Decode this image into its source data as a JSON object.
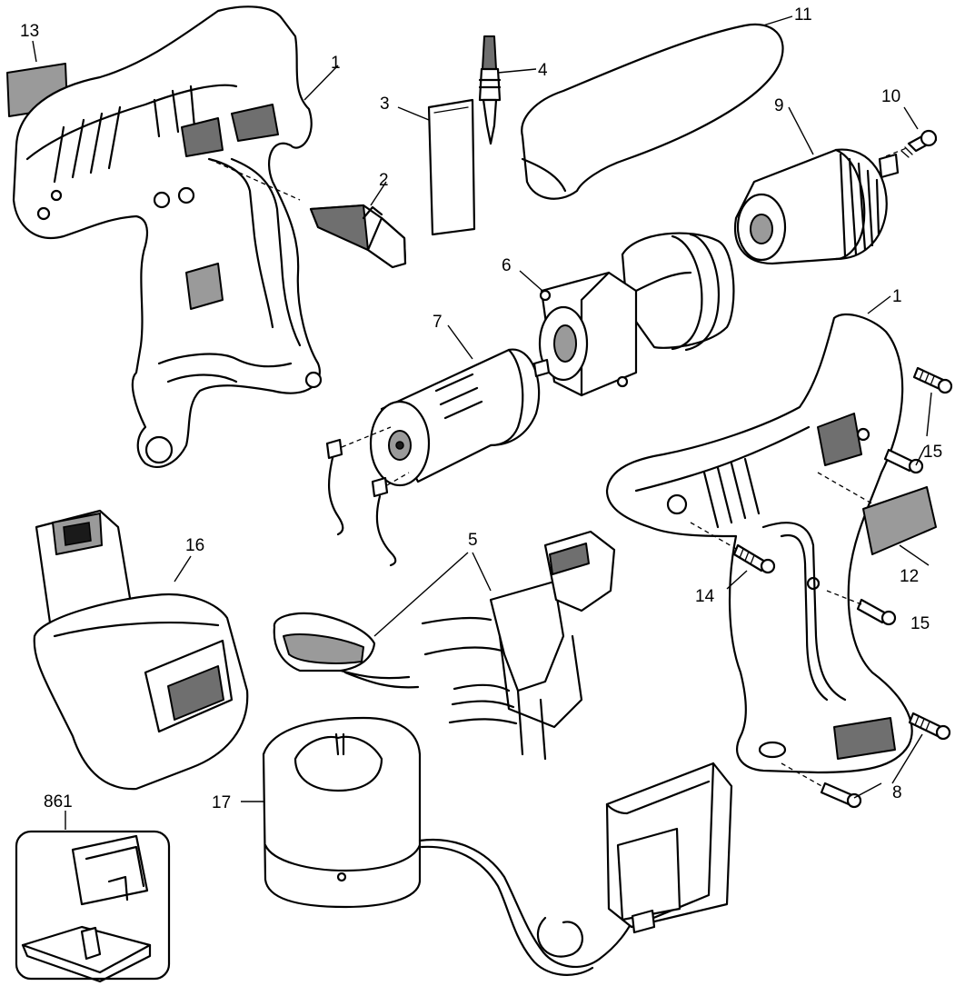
{
  "callouts": {
    "c1a": "1",
    "c1b": "1",
    "c2": "2",
    "c3": "3",
    "c4": "4",
    "c5": "5",
    "c6": "6",
    "c7": "7",
    "c8": "8",
    "c9": "9",
    "c10": "10",
    "c11": "11",
    "c12": "12",
    "c13": "13",
    "c14": "14",
    "c15a": "15",
    "c15b": "15",
    "c16": "16",
    "c17": "17",
    "c861": "861"
  },
  "colors": {
    "line": "#000000",
    "background": "#ffffff",
    "shade": "#9a9a9a",
    "dark_shade": "#6f6f6f"
  }
}
